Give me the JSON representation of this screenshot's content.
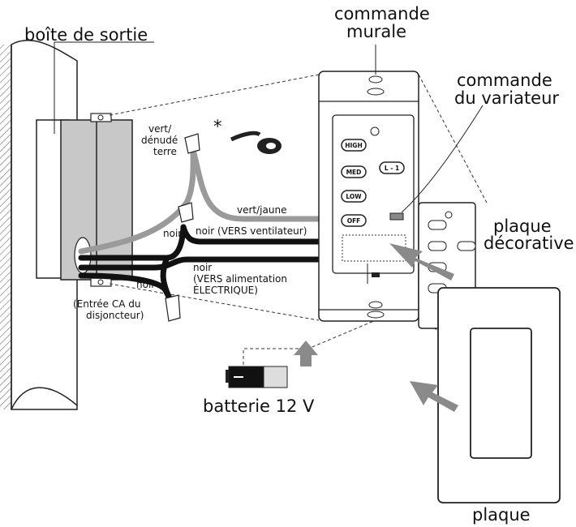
{
  "labels": {
    "outlet_box": "boîte de sortie",
    "wall_control_1": "commande",
    "wall_control_2": "murale",
    "dimmer_control_1": "commande",
    "dimmer_control_2": "du variateur",
    "decorative_plate_1": "plaque",
    "decorative_plate_2": "décorative",
    "plate": "plaque",
    "battery": "batterie 12 V",
    "ground_1": "vert/",
    "ground_2": "dénudé",
    "ground_3": "terre",
    "green_yellow": "vert/jaune",
    "black_fan_noir": "noir",
    "black_fan": "noir (VERS ventilateur)",
    "black_power_1": "noir",
    "black_power_2": "(VERS alimentation",
    "black_power_3": "ÉLECTRIQUE)",
    "black_ac": "noir",
    "ac_input_1": "(Entrée CA du",
    "ac_input_2": "disjoncteur)",
    "asterisk": "*"
  },
  "control_buttons": {
    "high": "HIGH",
    "med": "MED",
    "low": "LOW",
    "off": "OFF",
    "light": "L - 1"
  },
  "colors": {
    "line": "#111111",
    "gray_wire": "#9a9a9a",
    "arrow": "#8a8a8a",
    "box_fill": "#c8c8c8"
  }
}
